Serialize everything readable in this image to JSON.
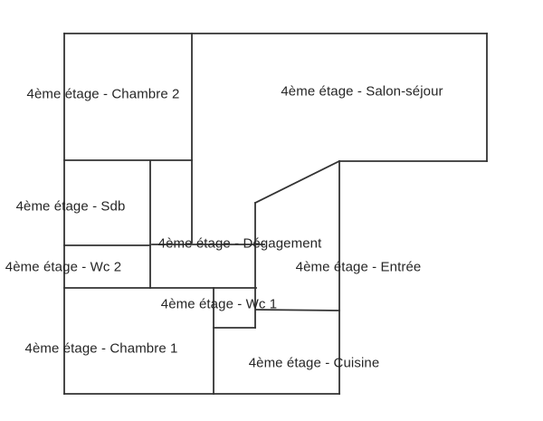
{
  "colors": {
    "wall": "#333333",
    "text": "#262626",
    "background": "#ffffff"
  },
  "rooms": [
    {
      "id": "chambre-2",
      "label": "4ème étage - Chambre 2"
    },
    {
      "id": "salon-sejour",
      "label": "4ème étage - Salon-séjour"
    },
    {
      "id": "sdb",
      "label": "4ème étage - Sdb"
    },
    {
      "id": "wc-2",
      "label": "4ème étage - Wc 2"
    },
    {
      "id": "degagement",
      "label": "4ème étage - Dégagement"
    },
    {
      "id": "entree",
      "label": "4ème étage - Entrée"
    },
    {
      "id": "wc-1",
      "label": "4ème étage - Wc 1"
    },
    {
      "id": "chambre-1",
      "label": "4ème étage - Chambre 1"
    },
    {
      "id": "cuisine",
      "label": "4ème étage - Cuisine"
    }
  ]
}
